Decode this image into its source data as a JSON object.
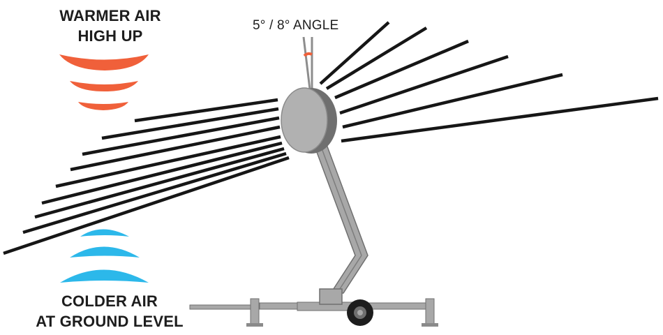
{
  "labels": {
    "warm_line1": "WARMER AIR",
    "warm_line2": "HIGH UP",
    "cold_line1": "COLDER AIR",
    "cold_line2": "AT GROUND LEVEL",
    "angle": "5° / 8° ANGLE"
  },
  "colors": {
    "warm_air": "#f0603a",
    "cold_air": "#2cb8ea",
    "airflow_lines": "#161616",
    "fan_face": "#b1b1b1",
    "fan_rim": "#6f6f6f",
    "mast": "#a8a8a8",
    "angle_marker": "#f0603a"
  },
  "icons": {
    "warm_arcs": "warm-air-arc-icon",
    "cold_arcs": "cold-air-arc-icon",
    "fan": "frost-fan-icon",
    "trailer": "trailer-icon"
  }
}
